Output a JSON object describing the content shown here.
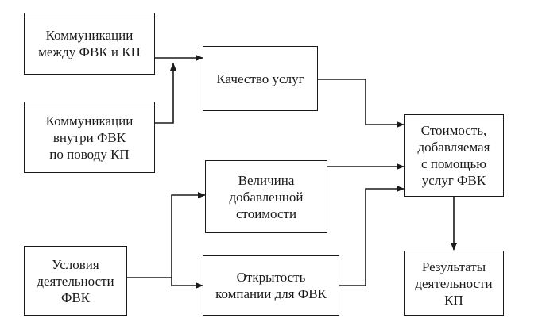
{
  "diagram": {
    "nodes": [
      {
        "id": "comm-fvk-kp",
        "text": "Коммуникации\nмежду ФВК и КП"
      },
      {
        "id": "comm-inside-fvk",
        "text": "Коммуникации\nвнутри ФВК\nпо поводу КП"
      },
      {
        "id": "service-quality",
        "text": "Качество услуг"
      },
      {
        "id": "added-value-size",
        "text": "Величина\nдобавленной\nстоимости"
      },
      {
        "id": "fvk-conditions",
        "text": "Условия\nдеятельности\nФВК"
      },
      {
        "id": "company-openness",
        "text": "Открытость\nкомпании для ФВК"
      },
      {
        "id": "value-added-by-fvk",
        "text": "Стоимость,\nдобавляемая\nс помощью\nуслуг ФВК"
      },
      {
        "id": "kp-results",
        "text": "Результаты\nдеятельности\nКП"
      }
    ],
    "edges": [
      {
        "from": "comm-fvk-kp",
        "to": "service-quality"
      },
      {
        "from": "comm-inside-fvk",
        "to": "service-quality"
      },
      {
        "from": "service-quality",
        "to": "value-added-by-fvk"
      },
      {
        "from": "added-value-size",
        "to": "value-added-by-fvk"
      },
      {
        "from": "fvk-conditions",
        "to": "added-value-size"
      },
      {
        "from": "fvk-conditions",
        "to": "company-openness"
      },
      {
        "from": "company-openness",
        "to": "value-added-by-fvk"
      },
      {
        "from": "value-added-by-fvk",
        "to": "kp-results"
      }
    ]
  }
}
